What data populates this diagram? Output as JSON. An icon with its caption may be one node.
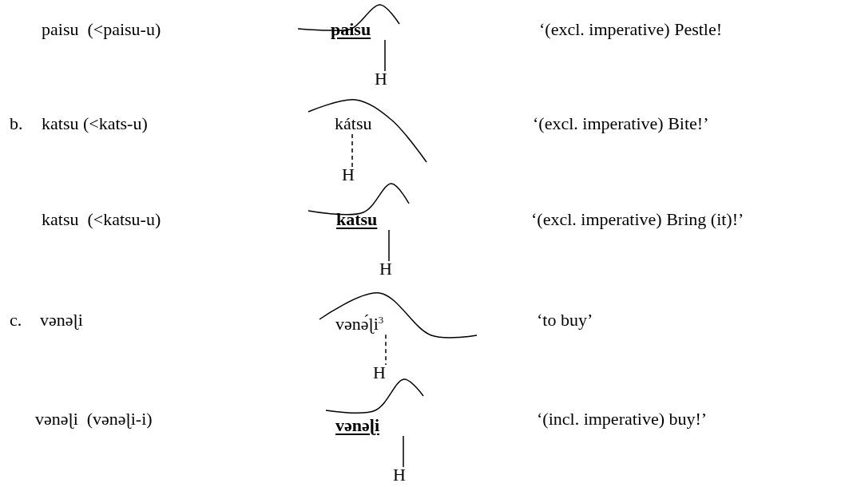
{
  "diagram": {
    "nodes": [
      {
        "text": [
          "paisu"
        ]
      },
      {
        "text": [
          "H"
        ]
      },
      {
        "text": [
          "kátsu"
        ]
      },
      {
        "text": [
          "H"
        ]
      },
      {
        "text": [
          "katsu"
        ]
      },
      {
        "text": [
          "H"
        ]
      },
      {
        "text": [
          "vənə́ɭi$^{3}$"
        ]
      },
      {
        "text": [
          "H"
        ]
      },
      {
        "text": [
          "vənəɭi"
        ]
      },
      {
        "text": [
          "H"
        ]
      }
    ],
    "edges": [
      {
        "from": 0,
        "to": 1,
        "arrow": "none"
      },
      {
        "from": 2,
        "to": 3,
        "arrow": "none",
        "style": "dashed"
      },
      {
        "from": 4,
        "to": 5,
        "arrow": "none"
      },
      {
        "from": 6,
        "to": 7,
        "arrow": "none",
        "style": "dashed"
      },
      {
        "from": 8,
        "to": 9,
        "arrow": "none"
      }
    ],
    "labels": [
      "paisu  (<paisu-u)",
      "‘(excl. imperative) Pestle!",
      "b.",
      "katsu (<kats-u)",
      "‘(excl. imperative) Bite!’",
      "katsu  (<katsu-u)",
      "‘(excl. imperative) Bring (it)!’",
      "c.",
      "vənəɭi",
      "‘to buy’",
      "vənəɭi  (vənəɭi-i)",
      "‘(incl. imperative) buy!’"
    ]
  }
}
